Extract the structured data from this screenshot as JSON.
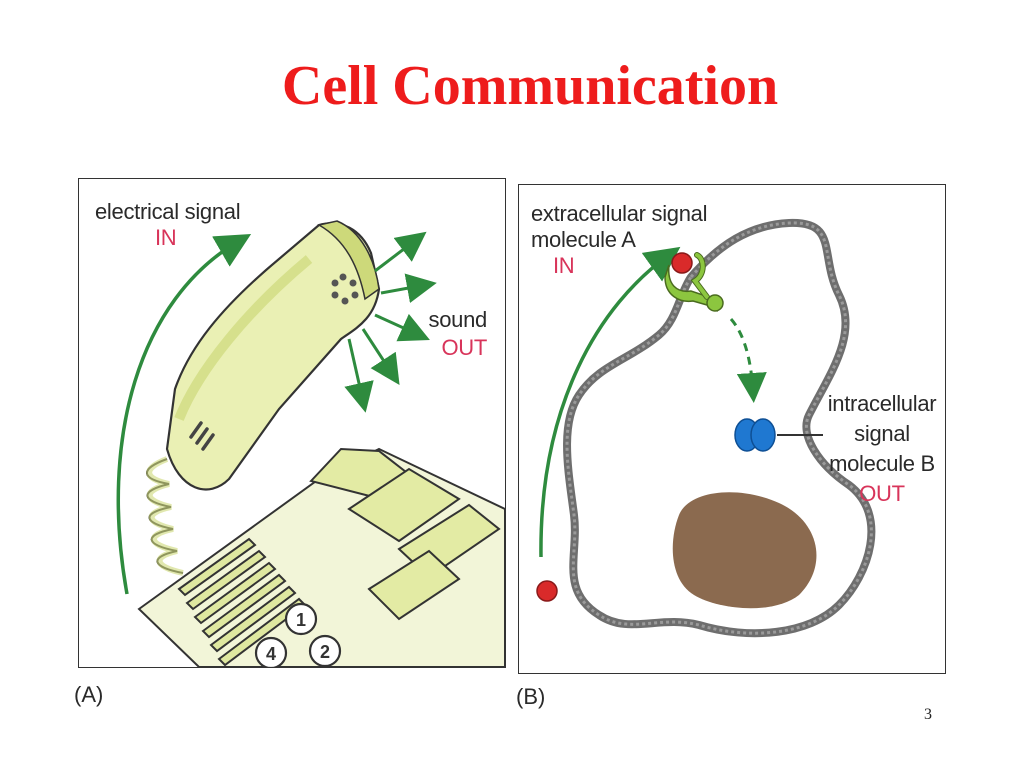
{
  "title": "Cell Communication",
  "panel_a": {
    "caption": "(A)",
    "input_label": "electrical signal",
    "input_state": "IN",
    "output_label": "sound",
    "output_state": "OUT",
    "keypad": [
      "1",
      "2",
      "4"
    ]
  },
  "panel_b": {
    "caption": "(B)",
    "input_label_line1": "extracellular signal",
    "input_label_line2": "molecule A",
    "input_state": "IN",
    "output_label_line1": "intracellular",
    "output_label_line2": "signal",
    "output_label_line3": "molecule B",
    "output_state": "OUT"
  },
  "page_number": "3",
  "colors": {
    "title": "#ee1c1c",
    "arrow_green": "#2e8b3e",
    "label_red": "#d8345a",
    "phone_body": "#eaf0b4",
    "phone_shade": "#cdd97a",
    "membrane": "#6e6e6e",
    "molecule_red": "#d92a2a",
    "receptor_green": "#8cc63f",
    "molecule_blue": "#1f78d1",
    "nucleus": "#8b6a4f"
  }
}
